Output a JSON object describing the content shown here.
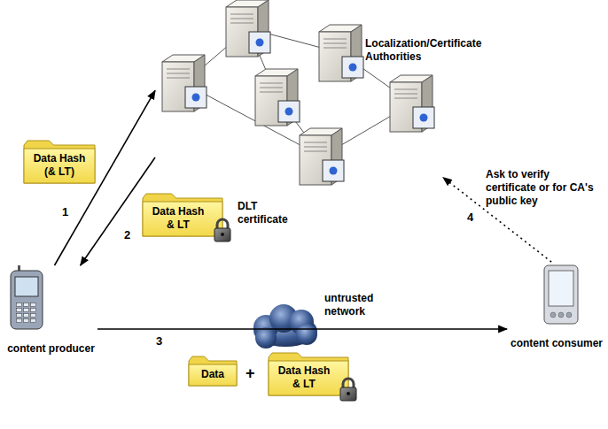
{
  "diagram": {
    "nodes": [
      {
        "text": [
          "Localization/Certificate Authorities"
        ]
      },
      {
        "text": [
          "Data Hash (& LT)"
        ]
      },
      {
        "text": [
          "Data Hash & LT"
        ]
      },
      {
        "text": [
          "content producer"
        ]
      },
      {
        "text": [
          "content consumer"
        ]
      },
      {
        "text": [
          "Data"
        ]
      },
      {
        "text": [
          "Data Hash & LT"
        ]
      }
    ],
    "edges": [
      {
        "from": 3,
        "to": 0,
        "arrow": "to",
        "label": "1"
      },
      {
        "from": 0,
        "to": 3,
        "arrow": "to",
        "label": "2"
      },
      {
        "from": 3,
        "to": 4,
        "arrow": "to",
        "label": "3"
      },
      {
        "from": 4,
        "to": 0,
        "arrow": "to",
        "label": "4"
      }
    ],
    "labels": [
      "Ask to verify certificate or for CA's public key",
      "DLT certificate",
      "untrusted network",
      "+"
    ]
  }
}
